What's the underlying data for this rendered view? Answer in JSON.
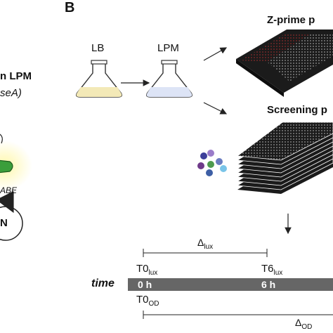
{
  "panel_letter": "B",
  "flask_1": {
    "label": "LB",
    "color": "#f3e9b7"
  },
  "flask_2": {
    "label": "LPM",
    "color": "#dde4f6"
  },
  "plates": {
    "zprime_title": "Z-prime p",
    "screening_title": "Screening p"
  },
  "left_fragment": {
    "title": "n LPM",
    "gene": "seA)",
    "operon": "ABE",
    "circle_letter": "N"
  },
  "timeline": {
    "time_label": "time",
    "delta_lux": "Δ",
    "delta_lux_sub": "lux",
    "t0_lux": "T0",
    "t0_lux_sub": "lux",
    "t6_lux": "T6",
    "t6_lux_sub": "lux",
    "tick_0h": "0 h",
    "tick_6h": "6 h",
    "t0_od": "T0",
    "t0_od_sub": "OD",
    "delta_od": "Δ",
    "delta_od_sub": "OD"
  },
  "colors": {
    "plate_dark": "#1c1c1c",
    "well_red": "#7a2424",
    "timeline_bar": "#666666",
    "green_cell": "#3b9e3b",
    "arrow_yellow": "#f2b818"
  }
}
